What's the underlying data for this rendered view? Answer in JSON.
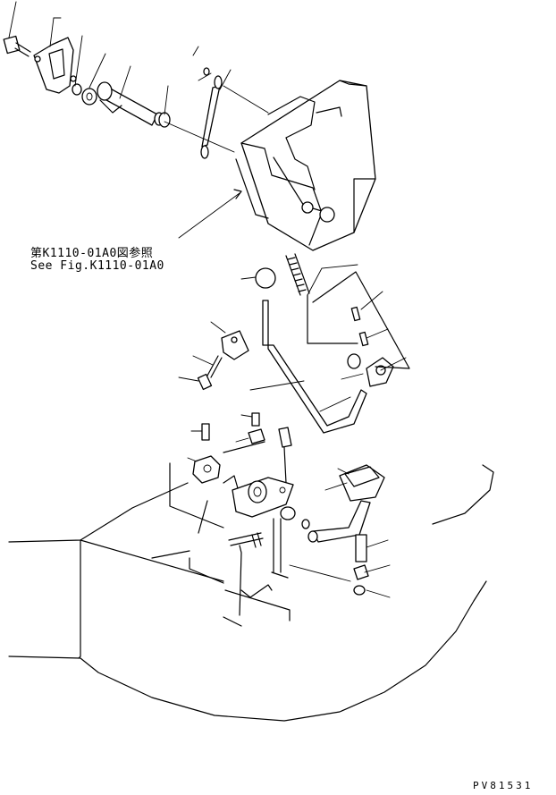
{
  "reference_note": {
    "japanese": "第K1110-01A0図参照",
    "english": "See Fig.K1110-01A0"
  },
  "drawing_code": "PV81531",
  "colors": {
    "ink": "#000000",
    "paper": "#ffffff"
  }
}
